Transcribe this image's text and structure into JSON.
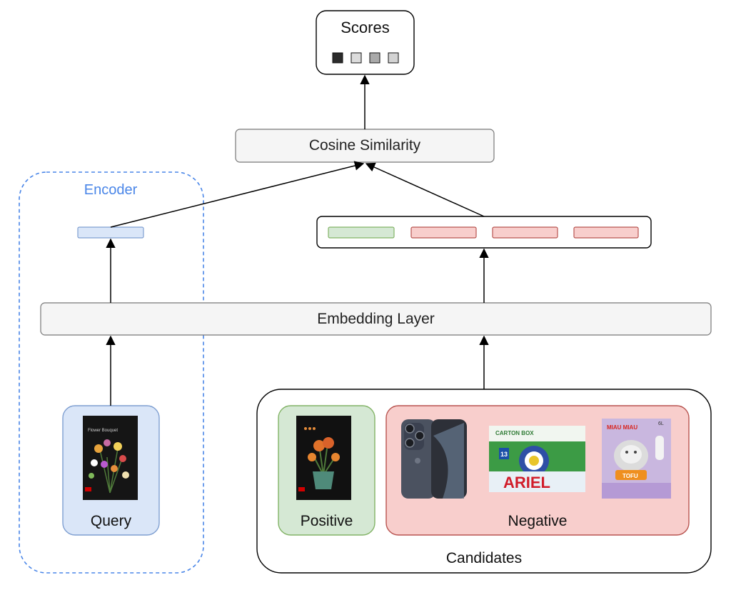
{
  "scores": {
    "label": "Scores",
    "squares": [
      "#2b2b2b",
      "#dcdcdc",
      "#a9a9a9",
      "#d3d3d3"
    ]
  },
  "cosine_similarity": {
    "label": "Cosine Similarity"
  },
  "encoder": {
    "label": "Encoder",
    "accent": "#4a86e8"
  },
  "embedding_layer": {
    "label": "Embedding Layer"
  },
  "query": {
    "label": "Query",
    "box_fill": "#dae6f8",
    "box_stroke": "#7f9fd1",
    "product_icon": "flower-bouquet-box-icon",
    "product_text": "Flower Bouquet"
  },
  "query_embedding": {
    "fill": "#dae6f8",
    "stroke": "#7f9fd1"
  },
  "candidate_embeddings": [
    {
      "kind": "positive",
      "fill": "#d5e8d4",
      "stroke": "#82b366"
    },
    {
      "kind": "negative",
      "fill": "#f8cecc",
      "stroke": "#b85450"
    },
    {
      "kind": "negative",
      "fill": "#f8cecc",
      "stroke": "#b85450"
    },
    {
      "kind": "negative",
      "fill": "#f8cecc",
      "stroke": "#b85450"
    }
  ],
  "candidates": {
    "label": "Candidates",
    "positive": {
      "label": "Positive",
      "box_fill": "#d5e8d4",
      "box_stroke": "#82b366",
      "product_icon": "flower-pot-box-icon"
    },
    "negative": {
      "label": "Negative",
      "box_fill": "#f8cecc",
      "box_stroke": "#b85450",
      "products": [
        {
          "icon": "smartphone-icon"
        },
        {
          "icon": "detergent-box-icon",
          "text": "ARIEL",
          "badge": "13",
          "banner": "CARTON BOX"
        },
        {
          "icon": "cat-litter-bag-icon",
          "text": "MIAU MIAU",
          "subtext": "TOFU",
          "volume": "6L"
        }
      ]
    }
  }
}
